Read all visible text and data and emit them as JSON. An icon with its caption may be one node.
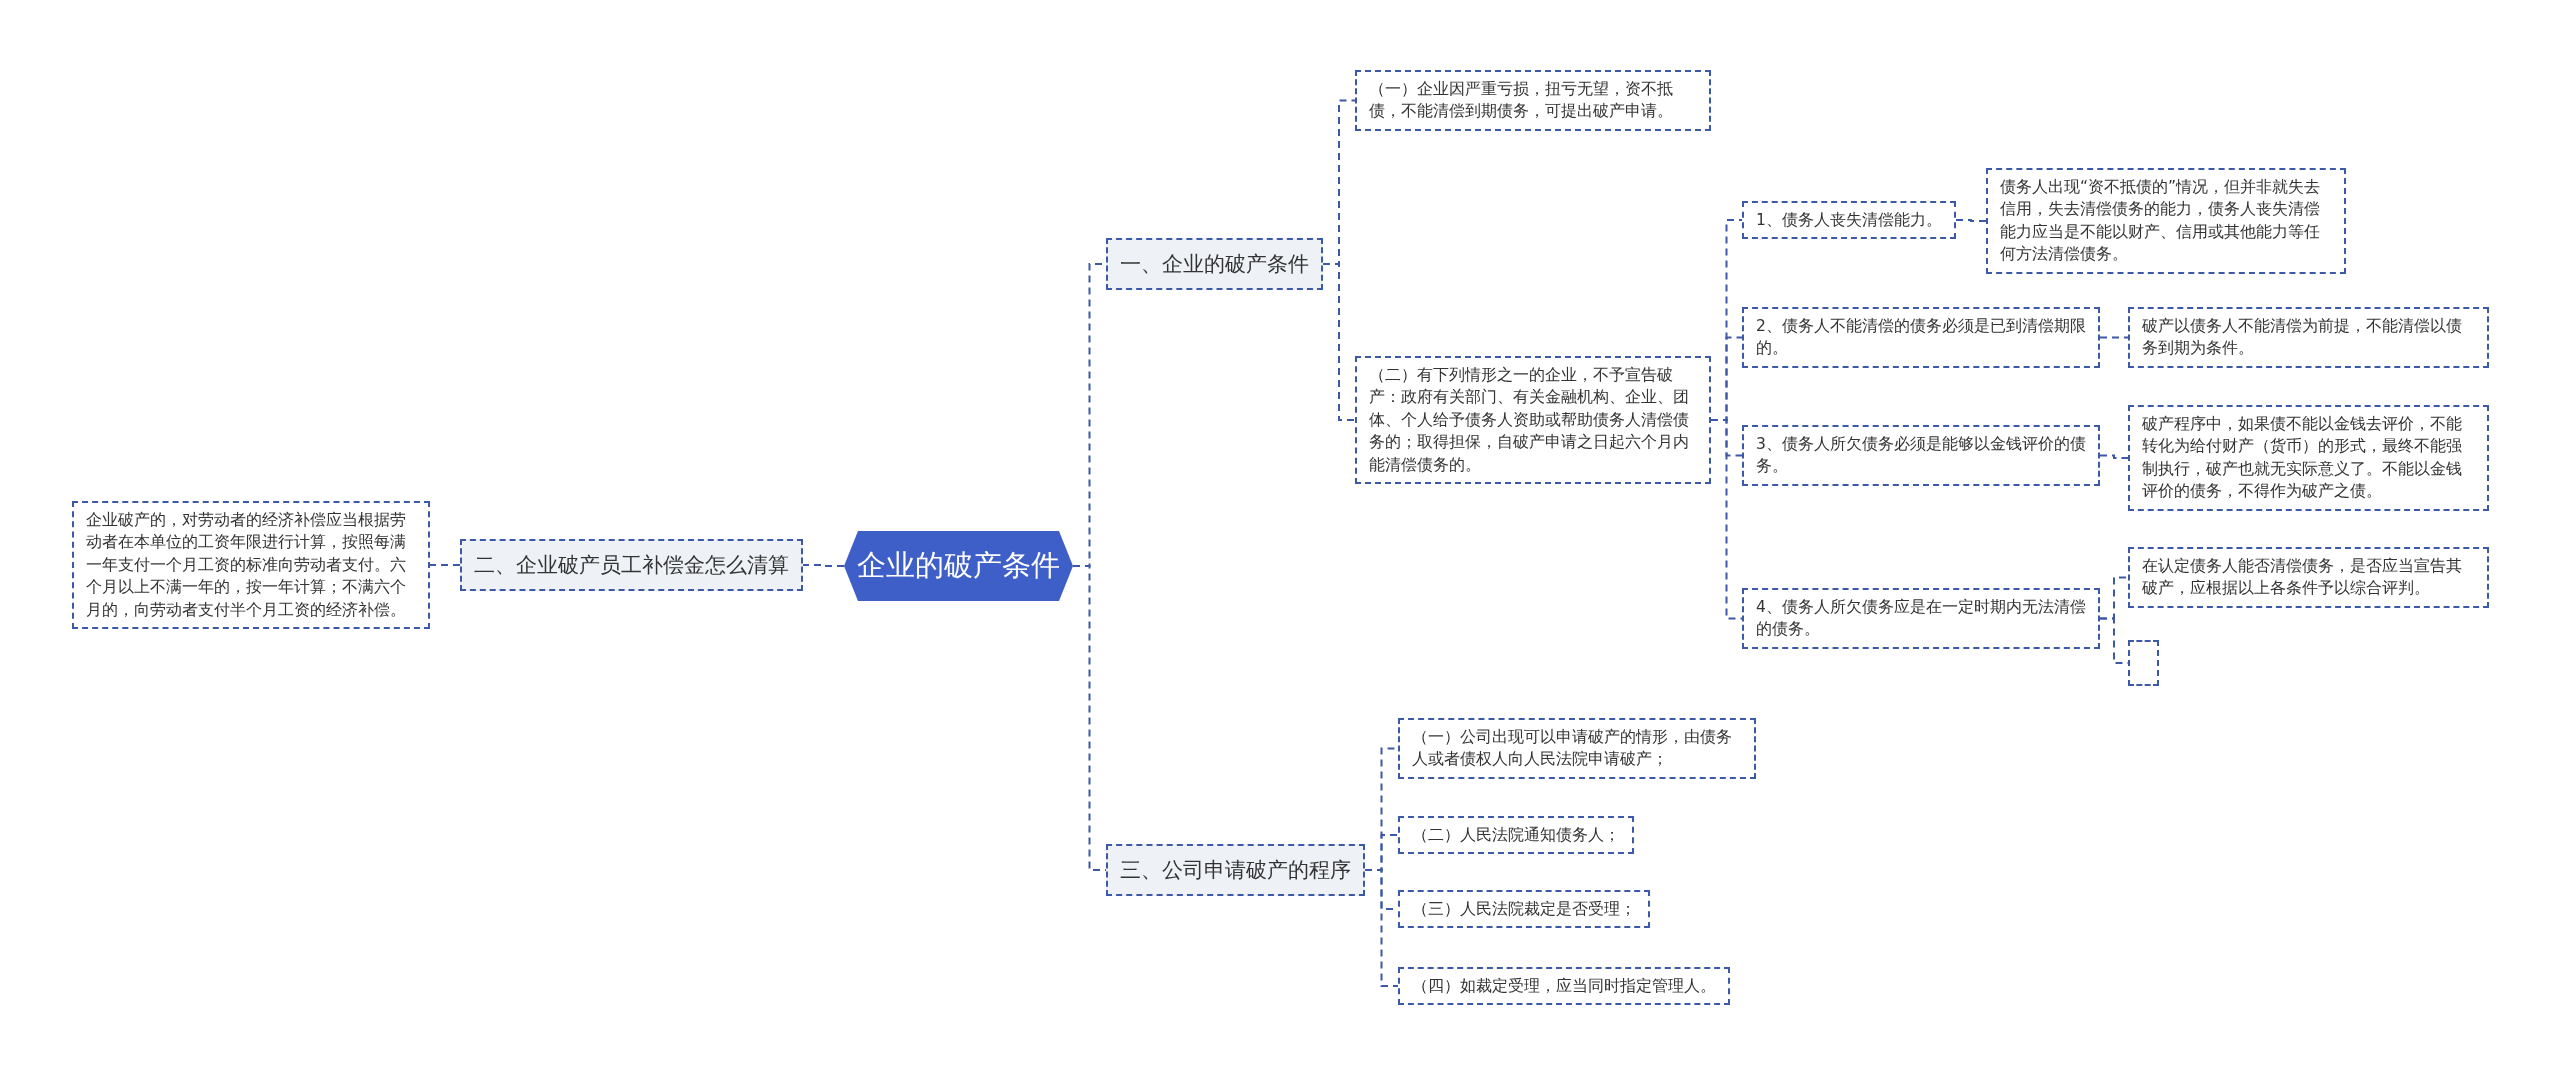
{
  "diagram": {
    "nodes": [
      {
        "text": [
          "企业的破产条件"
        ]
      },
      {
        "text": [
          "一、企业的破产条件"
        ]
      },
      {
        "text": [
          "（一）企业因严重亏损，扭亏无望，资不抵债，不能清偿到期债务，可提出破产申请。"
        ]
      },
      {
        "text": [
          "（二）有下列情形之一的企业，不予宣告破产：政府有关部门、有关金融机构、企业、团体、个人给予债务人资助或帮助债务人清偿债务的；取得担保，自破产申请之日起六个月内能清偿债务的。"
        ]
      },
      {
        "text": [
          "1、债务人丧失清偿能力。"
        ]
      },
      {
        "text": [
          "债务人出现“资不抵债的”情况，但并非就失去信用，失去清偿债务的能力，债务人丧失清偿能力应当是不能以财产、信用或其他能力等任何方法清偿债务。"
        ]
      },
      {
        "text": [
          "2、债务人不能清偿的债务必须是已到清偿期限的。"
        ]
      },
      {
        "text": [
          "破产以债务人不能清偿为前提，不能清偿以债务到期为条件。"
        ]
      },
      {
        "text": [
          "3、债务人所欠债务必须是能够以金钱评价的债务。"
        ]
      },
      {
        "text": [
          "破产程序中，如果债不能以金钱去评价，不能转化为给付财产（货币）的形式，最终不能强制执行，破产也就无实际意义了。不能以金钱评价的债务，不得作为破产之债。"
        ]
      },
      {
        "text": [
          "4、债务人所欠债务应是在一定时期内无法清偿的债务。"
        ]
      },
      {
        "text": [
          "在认定债务人能否清偿债务，是否应当宣告其破产，应根据以上各条件予以综合评判。"
        ]
      },
      {
        "text": [],
        "shape": "box"
      },
      {
        "text": [
          "二、企业破产员工补偿金怎么清算"
        ]
      },
      {
        "text": [
          "企业破产的，对劳动者的经济补偿应当根据劳动者在本单位的工资年限进行计算，按照每满一年支付一个月工资的标准向劳动者支付。六个月以上不满一年的，按一年计算；不满六个月的，向劳动者支付半个月工资的经济补偿。"
        ]
      },
      {
        "text": [
          "三、公司申请破产的程序"
        ]
      },
      {
        "text": [
          "（一）公司出现可以申请破产的情形，由债务人或者债权人向人民法院申请破产；"
        ]
      },
      {
        "text": [
          "（二）人民法院通知债务人；"
        ]
      },
      {
        "text": [
          "（三）人民法院裁定是否受理；"
        ]
      },
      {
        "text": [
          "（四）如裁定受理，应当同时指定管理人。"
        ]
      }
    ],
    "edges": [
      {
        "from": 0,
        "to": 1,
        "arrow": "none"
      },
      {
        "from": 1,
        "to": 2,
        "arrow": "none"
      },
      {
        "from": 1,
        "to": 3,
        "arrow": "none"
      },
      {
        "from": 3,
        "to": 4,
        "arrow": "none"
      },
      {
        "from": 4,
        "to": 5,
        "arrow": "none"
      },
      {
        "from": 3,
        "to": 6,
        "arrow": "none"
      },
      {
        "from": 6,
        "to": 7,
        "arrow": "none"
      },
      {
        "from": 3,
        "to": 8,
        "arrow": "none"
      },
      {
        "from": 8,
        "to": 9,
        "arrow": "none"
      },
      {
        "from": 3,
        "to": 10,
        "arrow": "none"
      },
      {
        "from": 10,
        "to": 11,
        "arrow": "none"
      },
      {
        "from": 10,
        "to": 12,
        "arrow": "none"
      },
      {
        "from": 0,
        "to": 13,
        "arrow": "none"
      },
      {
        "from": 13,
        "to": 14,
        "arrow": "none"
      },
      {
        "from": 0,
        "to": 15,
        "arrow": "none"
      },
      {
        "from": 15,
        "to": 16,
        "arrow": "none"
      },
      {
        "from": 15,
        "to": 17,
        "arrow": "none"
      },
      {
        "from": 15,
        "to": 18,
        "arrow": "none"
      },
      {
        "from": 15,
        "to": 19,
        "arrow": "none"
      }
    ]
  }
}
